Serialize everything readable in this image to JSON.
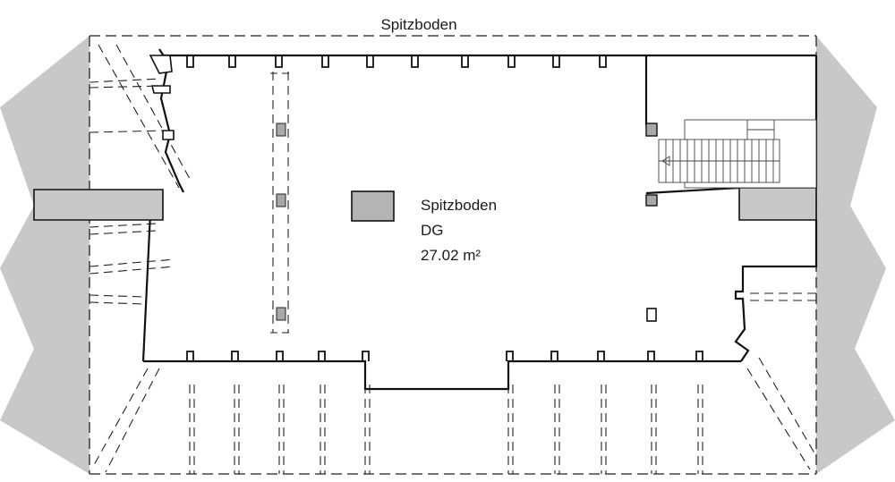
{
  "drawing": {
    "title": "Spitzboden",
    "room": {
      "name": "Spitzboden",
      "floor": "DG",
      "area": "27.02 m²"
    }
  }
}
